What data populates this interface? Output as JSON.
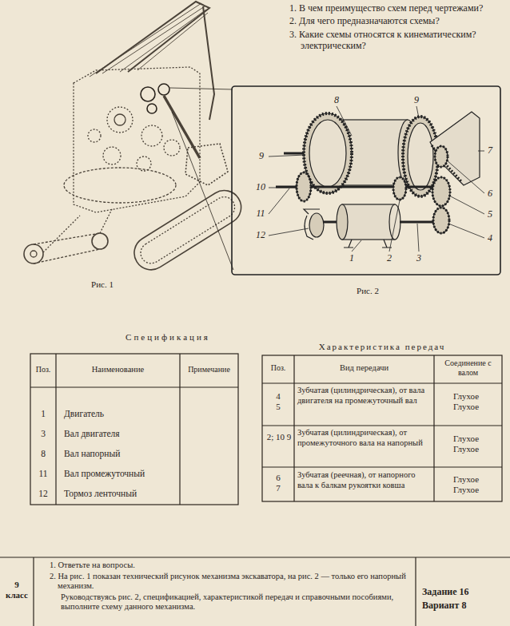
{
  "diagram": {
    "labels": [
      "1. В чем преимущество схем перед чертежами?",
      "2. Для чего предназначаются схемы?",
      "3. Какие схемы относятся к кинематическим? электрическим?",
      "Рис. 1",
      "8",
      "9",
      "9",
      "7",
      "10",
      "6",
      "5",
      "11",
      "4",
      "12",
      "1",
      "2",
      "3",
      "Рис. 2",
      "Спецификация",
      "Поз.",
      "Наименование",
      "Примечание",
      "1",
      "Двигатель",
      "3",
      "Вал двигателя",
      "8",
      "Вал напорный",
      "11",
      "Вал промежуточный",
      "12",
      "Тормоз ленточный",
      "Характеристика передач",
      "Поз.",
      "Вид передачи",
      "Соединение с валом",
      "4 5",
      "Зубчатая (цилиндрическая), от вала двигателя на промежуточный вал",
      "Глухое Глухое",
      "2; 10 9",
      "Зубчатая (цилиндрическая), от промежуточного вала на напорный",
      "Глухое Глухое",
      "6 7",
      "Зубчатая (реечная), от напорного вала к балкам рукоятки ковша",
      "Глухое Глухое",
      "9 класс",
      "1. Ответьте на вопросы.",
      "2. На рис. 1 показан технический рисунок механизма экскаватора, на рис. 2 — только его напорный механизм.",
      "Руководствуясь рис. 2, спецификацией, характеристикой передач и справочными пособиями, выполните схему данного механизма.",
      "Задание 16",
      "Вариант 8"
    ]
  }
}
